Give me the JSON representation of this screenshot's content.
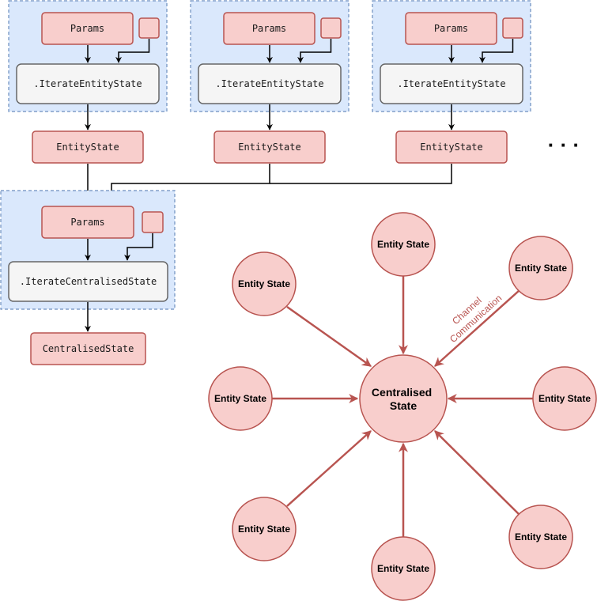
{
  "colors": {
    "group_fill": "#dae8fc",
    "group_stroke": "#6c8ebf",
    "red_fill": "#f8cecc",
    "red_stroke": "#b85450",
    "grey_fill": "#f5f5f5",
    "grey_stroke": "#666666"
  },
  "flow": {
    "entity_groups": [
      {
        "params_label": "Params",
        "function_label": ".IterateEntityState",
        "output_label": "EntityState"
      },
      {
        "params_label": "Params",
        "function_label": ".IterateEntityState",
        "output_label": "EntityState"
      },
      {
        "params_label": "Params",
        "function_label": ".IterateEntityState",
        "output_label": "EntityState"
      }
    ],
    "ellipsis": "· · ·",
    "central_group": {
      "params_label": "Params",
      "function_label": ".IterateCentralisedState",
      "output_label": "CentralisedState"
    }
  },
  "star": {
    "center_label_lines": [
      "Centralised",
      "State"
    ],
    "node_label": "Entity State",
    "edge_label_lines": [
      "Channel",
      "Communication"
    ]
  }
}
